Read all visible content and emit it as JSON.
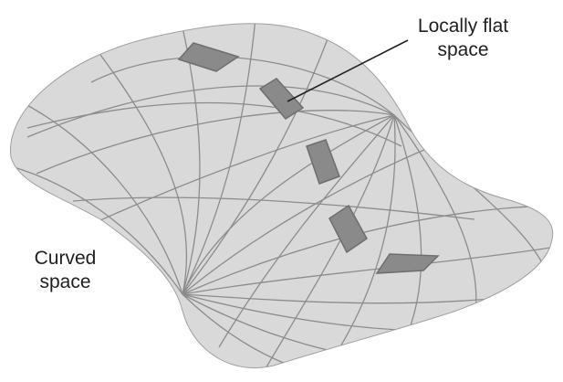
{
  "labels": {
    "locally_flat_line1": "Locally flat",
    "locally_flat_line2": "space",
    "curved_line1": "Curved",
    "curved_line2": "space"
  },
  "colors": {
    "surface_fill": "#d9d9d9",
    "grid_line": "#8c8c8c",
    "patch_fill": "#8a8a8a",
    "patch_stroke": "#6e6e6e",
    "text": "#1f1f1f",
    "leader_line": "#222222"
  },
  "patch_count": 5
}
